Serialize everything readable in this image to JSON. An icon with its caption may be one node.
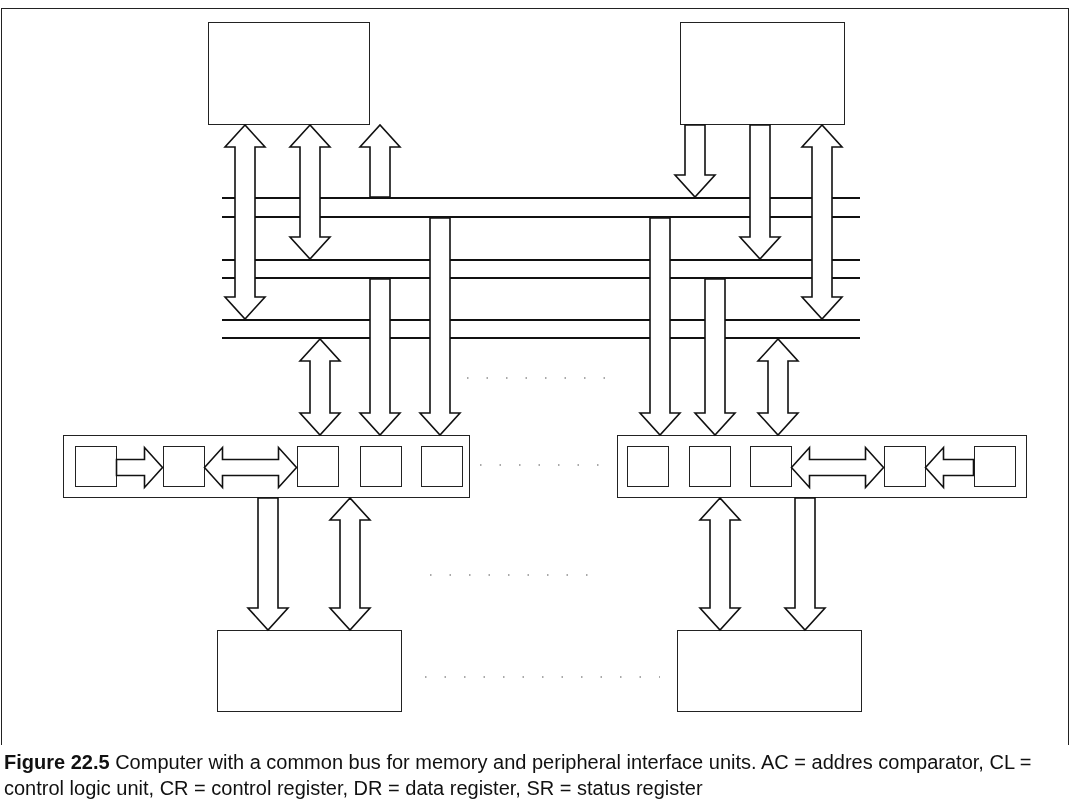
{
  "diagram": {
    "caption": "**Figure 22.5** Computer with a common bus for memory and peripheral interface units. AC = addres comparator, CL = control logic unit, CR = control register, DR = data register, SR = status register",
    "nodes": [
      {
        "text": [],
        "shape": "box"
      },
      {
        "text": [],
        "shape": "box"
      },
      {
        "text": [],
        "shape": "bar"
      },
      {
        "text": [],
        "shape": "bar"
      },
      {
        "text": [],
        "shape": "bar"
      },
      {
        "text": [],
        "shape": "box"
      },
      {
        "text": [],
        "shape": "box",
        "in": 5
      },
      {
        "text": [],
        "shape": "box",
        "in": 5
      },
      {
        "text": [],
        "shape": "box",
        "in": 5
      },
      {
        "text": [],
        "shape": "box",
        "in": 5
      },
      {
        "text": [],
        "shape": "box",
        "in": 5
      },
      {
        "text": [],
        "shape": "box"
      },
      {
        "text": [],
        "shape": "box",
        "in": 11
      },
      {
        "text": [],
        "shape": "box",
        "in": 11
      },
      {
        "text": [],
        "shape": "box",
        "in": 11
      },
      {
        "text": [],
        "shape": "box",
        "in": 11
      },
      {
        "text": [],
        "shape": "box",
        "in": 11
      },
      {
        "text": [],
        "shape": "box"
      },
      {
        "text": [],
        "shape": "box"
      }
    ],
    "edges": [
      {
        "from": 2,
        "to": 0,
        "arrow": "to"
      },
      {
        "from": 0,
        "to": 3,
        "arrow": "both"
      },
      {
        "from": 0,
        "to": 4,
        "arrow": "both"
      },
      {
        "from": 1,
        "to": 2,
        "arrow": "to"
      },
      {
        "from": 1,
        "to": 3,
        "arrow": "to"
      },
      {
        "from": 1,
        "to": 4,
        "arrow": "both"
      },
      {
        "from": 4,
        "to": 5,
        "arrow": "both"
      },
      {
        "from": 3,
        "to": 5,
        "arrow": "to"
      },
      {
        "from": 2,
        "to": 5,
        "arrow": "to"
      },
      {
        "from": 2,
        "to": 11,
        "arrow": "to"
      },
      {
        "from": 3,
        "to": 11,
        "arrow": "to"
      },
      {
        "from": 4,
        "to": 11,
        "arrow": "both"
      },
      {
        "from": 6,
        "to": 7,
        "arrow": "to"
      },
      {
        "from": 7,
        "to": 8,
        "arrow": "both"
      },
      {
        "from": 14,
        "to": 15,
        "arrow": "both"
      },
      {
        "from": 16,
        "to": 15,
        "arrow": "to"
      },
      {
        "from": 5,
        "to": 17,
        "arrow": "to"
      },
      {
        "from": 5,
        "to": 17,
        "arrow": "both"
      },
      {
        "from": 11,
        "to": 18,
        "arrow": "both"
      },
      {
        "from": 11,
        "to": 18,
        "arrow": "to"
      }
    ]
  }
}
